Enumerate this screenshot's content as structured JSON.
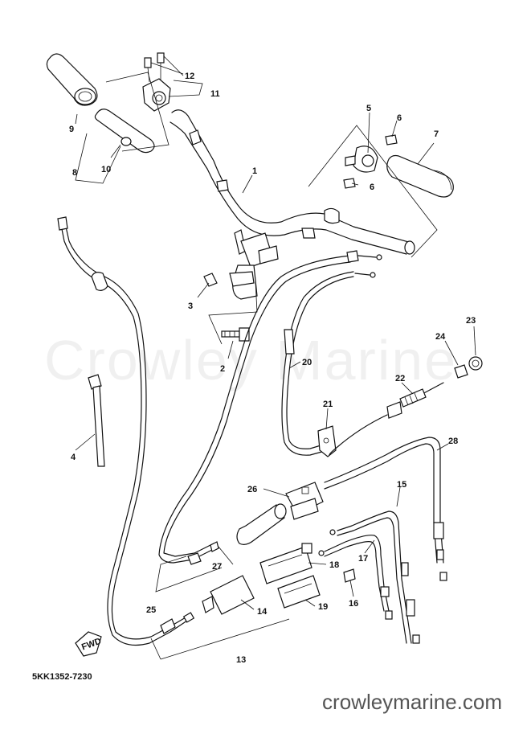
{
  "diagram": {
    "callouts": [
      "1",
      "2",
      "3",
      "4",
      "5",
      "6",
      "6",
      "7",
      "8",
      "9",
      "10",
      "11",
      "12",
      "13",
      "14",
      "15",
      "16",
      "17",
      "18",
      "19",
      "20",
      "21",
      "22",
      "23",
      "24",
      "25",
      "26",
      "27",
      "28"
    ],
    "fwd_label": "FWD",
    "part_code": "5KK1352-7230"
  },
  "watermark": "Crowley Marine",
  "footer": {
    "site": "crowleymarine.com"
  }
}
